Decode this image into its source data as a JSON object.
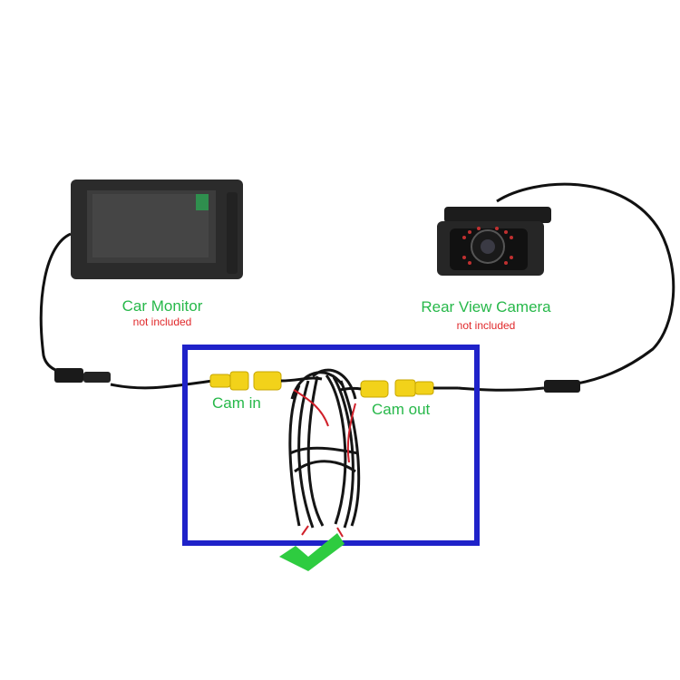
{
  "monitor": {
    "title": "Car Monitor",
    "note": "not included"
  },
  "camera": {
    "title": "Rear View Camera",
    "note": "not included"
  },
  "cable": {
    "cam_in": "Cam in",
    "cam_out": "Cam out"
  },
  "colors": {
    "label_green": "#27b84a",
    "note_red": "#e0282a",
    "frame_blue": "#1f22c9",
    "check_green": "#2ecc40",
    "connector_yellow": "#f2d21a",
    "cable_black": "#111111"
  },
  "icons": {
    "check": "check-mark-icon"
  }
}
